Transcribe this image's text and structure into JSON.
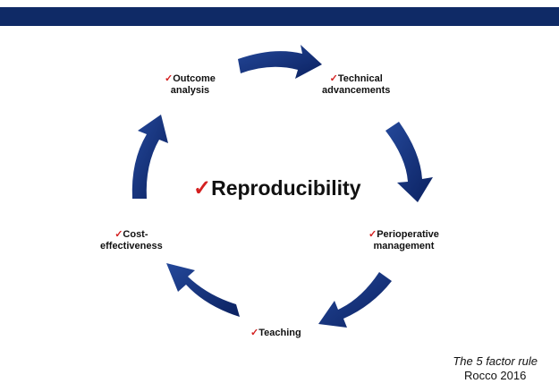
{
  "header": {
    "bar_color": "#0f2a66"
  },
  "diagram": {
    "check_mark": "✓",
    "check_color": "#d42020",
    "arrow_color": "#0f2a66",
    "center": "Reproducibility",
    "nodes": [
      {
        "line1": "Outcome",
        "line2": "analysis"
      },
      {
        "line1": "Technical",
        "line2": "advancements"
      },
      {
        "line1": "Perioperative",
        "line2": "management"
      },
      {
        "line1": "Teaching",
        "line2": ""
      },
      {
        "line1": "Cost-",
        "line2": "effectiveness"
      }
    ]
  },
  "caption": {
    "rule": "The 5 factor rule",
    "author": "Rocco 2016"
  }
}
